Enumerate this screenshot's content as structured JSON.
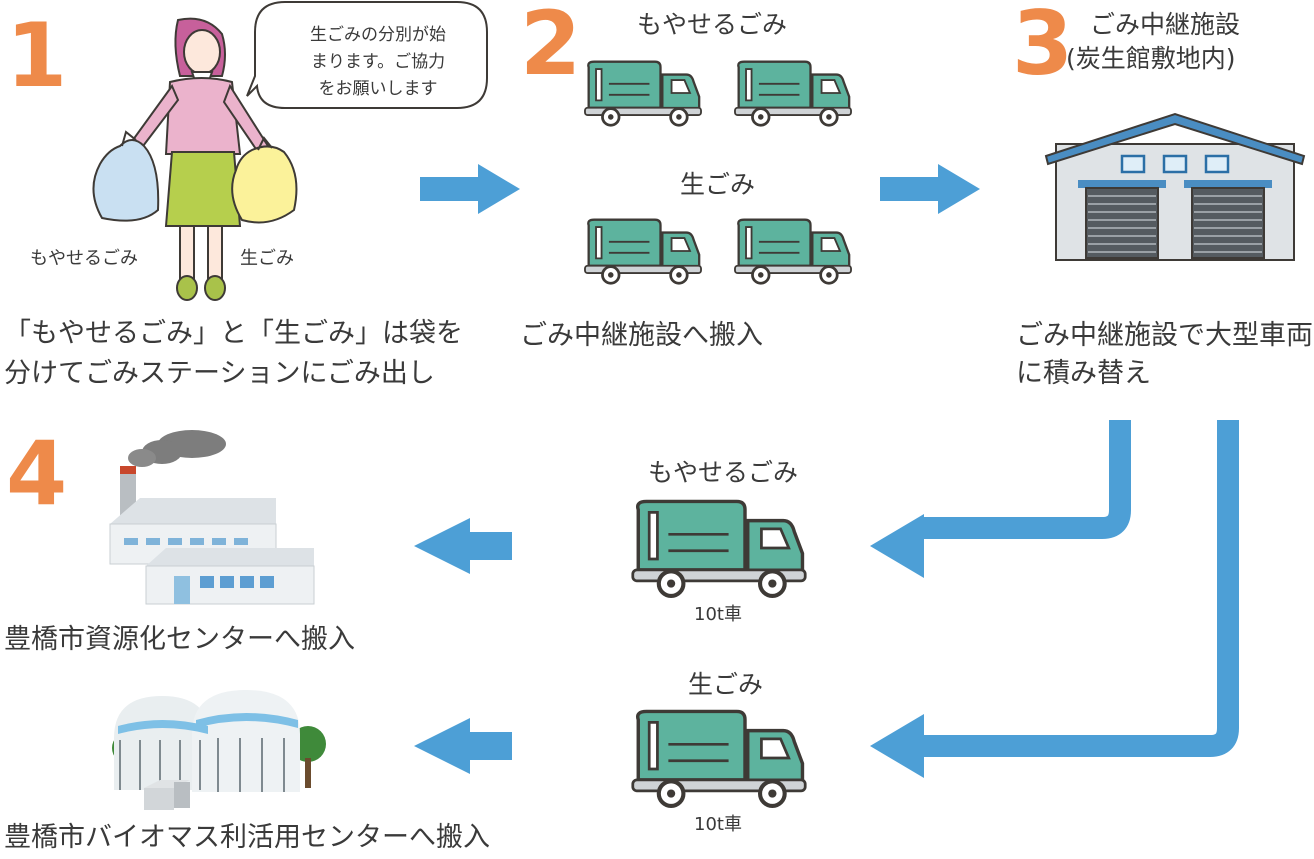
{
  "step1": {
    "number": "1",
    "bubble_lines": [
      "生ごみの分別が始",
      "まります。ご協力",
      "をお願いします"
    ],
    "bag_left_label": "もやせるごみ",
    "bag_right_label": "生ごみ",
    "caption_lines": [
      "「もやせるごみ」と「生ごみ」は袋を",
      "分けてごみステーションにごみ出し"
    ]
  },
  "step2": {
    "number": "2",
    "label_top": "もやせるごみ",
    "label_mid": "生ごみ",
    "caption": "ごみ中継施設へ搬入"
  },
  "step3": {
    "number": "3",
    "title_lines": [
      "ごみ中継施設",
      "(炭生館敷地内)"
    ],
    "caption_lines": [
      "ごみ中継施設で大型車両",
      "に積み替え"
    ]
  },
  "step4": {
    "number": "4",
    "caption_top": "豊橋市資源化センターへ搬入",
    "caption_bottom": "豊橋市バイオマス利活用センターへ搬入"
  },
  "trucks_large": {
    "top_label": "もやせるごみ",
    "top_sub": "10t車",
    "bottom_label": "生ごみ",
    "bottom_sub": "10t車"
  },
  "colors": {
    "accent_orange": "#ee8a4a",
    "arrow_blue": "#4d9fd6",
    "truck_green": "#5db39e"
  }
}
